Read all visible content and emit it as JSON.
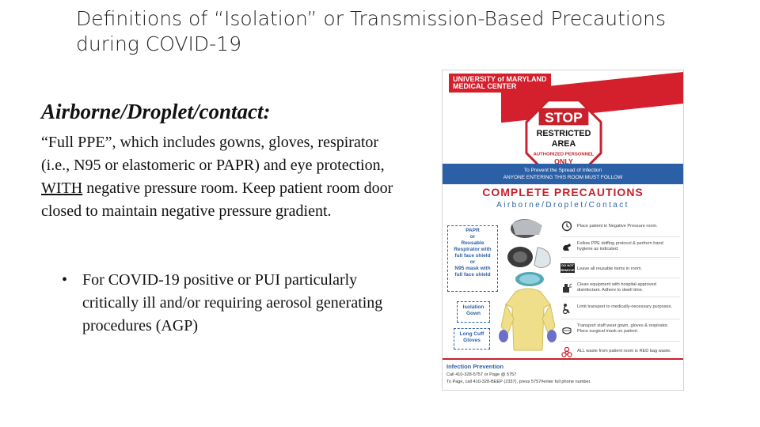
{
  "slide": {
    "title_line1": "Definitions of “Isolation” or Transmission-Based Precautions",
    "title_line2": "during COVID-19",
    "subheading": "Airborne/Droplet/contact:",
    "body_part1": "“Full PPE”, which includes gowns, gloves, respirator (i.e., N95 or elastomeric or PAPR) and eye protection, ",
    "body_with": "WITH",
    "body_part2": " negative pressure room. Keep patient room door closed to maintain negative pressure gradient.",
    "bullet_symbol": "•",
    "bullet_text": "For COVID-19 positive or PUI particularly critically ill and/or requiring aerosol generating procedures (AGP)"
  },
  "poster": {
    "logo_line1": "UNIVERSITY of MARYLAND",
    "logo_line2": "MEDICAL CENTER",
    "stop": {
      "word": "STOP",
      "line1": "RESTRICTED",
      "line2": "AREA",
      "line3": "AUTHORIZED PERSONNEL",
      "line4": "ONLY"
    },
    "banner_line1": "To Prevent the Spread of Infection",
    "banner_line2": "ANYONE ENTERING THIS ROOM MUST FOLLOW",
    "heading": "COMPLETE PRECAUTIONS",
    "subheading": "Airborne/Droplet/Contact",
    "callouts": {
      "respirator": [
        "PAPR",
        "or",
        "Reusable",
        "Respirator with",
        "full face shield",
        "or",
        "N95 mask with",
        "full face shield"
      ],
      "gown": [
        "Isolation",
        "Gown"
      ],
      "gloves": [
        "Long Cuff",
        "Gloves"
      ]
    },
    "steps": [
      {
        "icon": "clock-icon",
        "text": "Place patient in Negative Pressure room."
      },
      {
        "icon": "hand-hygiene-icon",
        "text": "Follow PPE doffing protocol & perform hand hygiene as indicated."
      },
      {
        "icon": "do-not-remove-icon",
        "text": "Leave all reusable items in room."
      },
      {
        "icon": "clean-equipment-icon",
        "text": "Clean equipment with hospital-approved disinfectant. Adhere to dwell time."
      },
      {
        "icon": "transport-icon",
        "text": "Limit transport to medically-necessary purposes."
      },
      {
        "icon": "mask-icon",
        "text": "Transport staff wear gown, gloves & respirator. Place surgical mask on patient."
      },
      {
        "icon": "biohazard-icon",
        "text": "ALL waste from patient room is RED bag waste."
      }
    ],
    "do_not_remove_label": "DO NOT REMOVE",
    "footer_title": "Infection Prevention",
    "footer_line1": "Call 410-328-5757 or Page @ 5757",
    "footer_line2": "To Page, call 410-328-BEEP (2337), press 5757#enter full phone number.",
    "colors": {
      "red": "#c8202c",
      "blue": "#2b5fa6"
    }
  }
}
